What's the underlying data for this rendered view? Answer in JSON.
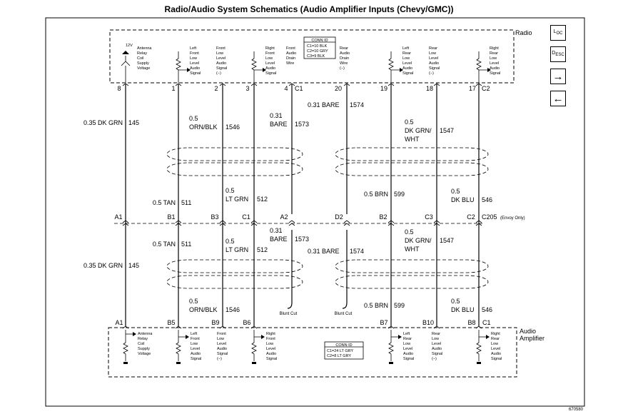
{
  "title": "Radio/Audio System Schematics (Audio Amplifier Inputs (Chevy/GMC))",
  "radio_label": "Radio",
  "amp_label": [
    "Audio",
    "Amplifier"
  ],
  "conn_radio": {
    "title": "CONN ID",
    "lines": [
      "C1=10 BLK",
      "C2=10 GRY",
      "C3=9 BLK"
    ]
  },
  "conn_amp": {
    "title": "CONN ID",
    "lines": [
      "C1=24 LT GRY",
      "C2=8 LT GRY"
    ]
  },
  "c205": "C205",
  "c205_note": "(Envoy Only)",
  "blunt_cut": "Blunt Cut",
  "blunt_cut2": "Blunt Cut",
  "twelve_v": "12V",
  "figure_id": "670580",
  "nav": {
    "loc_main": "L",
    "loc_sub": "OC",
    "desc_main": "D",
    "desc_sub1": "ESC",
    "next": "→",
    "prev": "←"
  },
  "radio_descs": [
    [
      "Antenna",
      "Relay",
      "Coil",
      "Supply",
      "Voltage"
    ],
    [
      "Left",
      "Front",
      "Low",
      "Level",
      "Audio",
      "Signal"
    ],
    [
      "Front",
      "Low",
      "Level",
      "Audio",
      "Signal",
      "(−)"
    ],
    [
      "Right",
      "Front",
      "Low",
      "Level",
      "Audio",
      "Signal"
    ],
    [
      "Front",
      "Audio",
      "Drain",
      "Wire"
    ],
    [
      "Rear",
      "Audio",
      "Drain",
      "Wire",
      "(−)"
    ],
    [
      "Left",
      "Rear",
      "Low",
      "Level",
      "Audio",
      "Signal"
    ],
    [
      "Rear",
      "Low",
      "Level",
      "Audio",
      "Signal",
      "(−)"
    ],
    [
      "Right",
      "Rear",
      "Low",
      "Level",
      "Audio",
      "Signal"
    ]
  ],
  "amp_descs": [
    [
      "Antenna",
      "Relay",
      "Coil",
      "Supply",
      "Voltage"
    ],
    [
      "Left",
      "Front",
      "Low",
      "Level",
      "Audio",
      "Signal"
    ],
    [
      "Front",
      "Low",
      "Level",
      "Audio",
      "Signal",
      "(−)"
    ],
    [
      "Right",
      "Front",
      "Low",
      "Level",
      "Audio",
      "Signal"
    ],
    [
      "Left",
      "Rear",
      "Low",
      "Level",
      "Audio",
      "Signal"
    ],
    [
      "Rear",
      "Low",
      "Level",
      "Audio",
      "Signal",
      "(−)"
    ],
    [
      "Right",
      "Rear",
      "Low",
      "Level",
      "Audio",
      "Signal"
    ]
  ],
  "radio_pins": [
    {
      "pin": "8"
    },
    {
      "pin": "1"
    },
    {
      "pin": "2"
    },
    {
      "pin": "3"
    },
    {
      "pin": "4",
      "conn": "C1"
    },
    {
      "pin": "20"
    },
    {
      "pin": "19"
    },
    {
      "pin": "18"
    },
    {
      "pin": "17",
      "conn": "C2"
    }
  ],
  "c205_pins": [
    "A1",
    "B1",
    "B3",
    "C1",
    "A2",
    "D2",
    "B2",
    "C3",
    "C2"
  ],
  "amp_pins": [
    {
      "pin": "A1"
    },
    {
      "pin": "B5"
    },
    {
      "pin": "B9"
    },
    {
      "pin": "B6"
    },
    {
      "pin": "B7"
    },
    {
      "pin": "B10"
    },
    {
      "pin": "B8",
      "conn": "C1"
    }
  ],
  "wires_upper": [
    {
      "lines": [
        "0.35 DK GRN"
      ],
      "circuit": "145"
    },
    {
      "lines": [
        "0.5",
        "ORN/BLK"
      ],
      "circuit": "1546"
    },
    {
      "lines": [
        "0.31",
        "BARE"
      ],
      "circuit": "1573"
    },
    {
      "lines": [
        "0.31 BARE"
      ],
      "circuit": "1574"
    },
    {
      "lines": [
        "0.5",
        "DK GRN/",
        "WHT"
      ],
      "circuit": "1547"
    },
    {
      "lines": [
        "0.5 TAN"
      ],
      "circuit": "511"
    },
    {
      "lines": [
        "0.5",
        "LT GRN"
      ],
      "circuit": "512"
    },
    {
      "lines": [
        "0.5 BRN"
      ],
      "circuit": "599"
    },
    {
      "lines": [
        "0.5",
        "DK BLU"
      ],
      "circuit": "546"
    }
  ],
  "wires_lower": [
    {
      "lines": [
        "0.31",
        "BARE"
      ],
      "circuit": "1573"
    },
    {
      "lines": [
        "0.5 TAN"
      ],
      "circuit": "511"
    },
    {
      "lines": [
        "0.5",
        "LT GRN"
      ],
      "circuit": "512"
    },
    {
      "lines": [
        "0.31 BARE"
      ],
      "circuit": "1574"
    },
    {
      "lines": [
        "0.5",
        "DK GRN/",
        "WHT"
      ],
      "circuit": "1547"
    },
    {
      "lines": [
        "0.35 DK GRN"
      ],
      "circuit": "145"
    },
    {
      "lines": [
        "0.5",
        "ORN/BLK"
      ],
      "circuit": "1546"
    },
    {
      "lines": [
        "0.5 BRN"
      ],
      "circuit": "599"
    },
    {
      "lines": [
        "0.5",
        "DK BLU"
      ],
      "circuit": "546"
    }
  ]
}
